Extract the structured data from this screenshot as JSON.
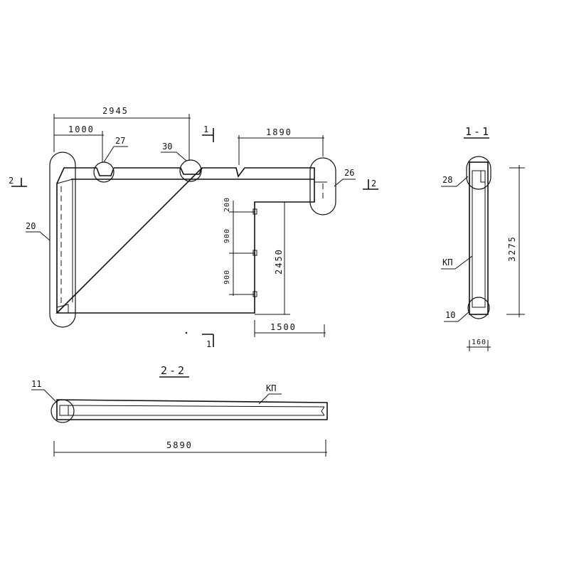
{
  "dimensions": {
    "d2945": "2945",
    "d1000": "1000",
    "d1890": "1890",
    "d2450": "2450",
    "d1500": "1500",
    "d900a": "900",
    "d900b": "900",
    "d200": "200",
    "d5890": "5890",
    "d3275": "3275",
    "d160": "160"
  },
  "section_labels": {
    "s11": "1-1",
    "s22": "2-2",
    "cut1_top": "1",
    "cut1_bottom": "1",
    "cut2_left": "2",
    "cut2_right": "2"
  },
  "callouts": {
    "c27": "27",
    "c30": "30",
    "c26": "26",
    "c20": "20",
    "c28": "28",
    "c10": "10",
    "c11": "11",
    "kp_side": "КП",
    "kp_bottom": "КП"
  }
}
